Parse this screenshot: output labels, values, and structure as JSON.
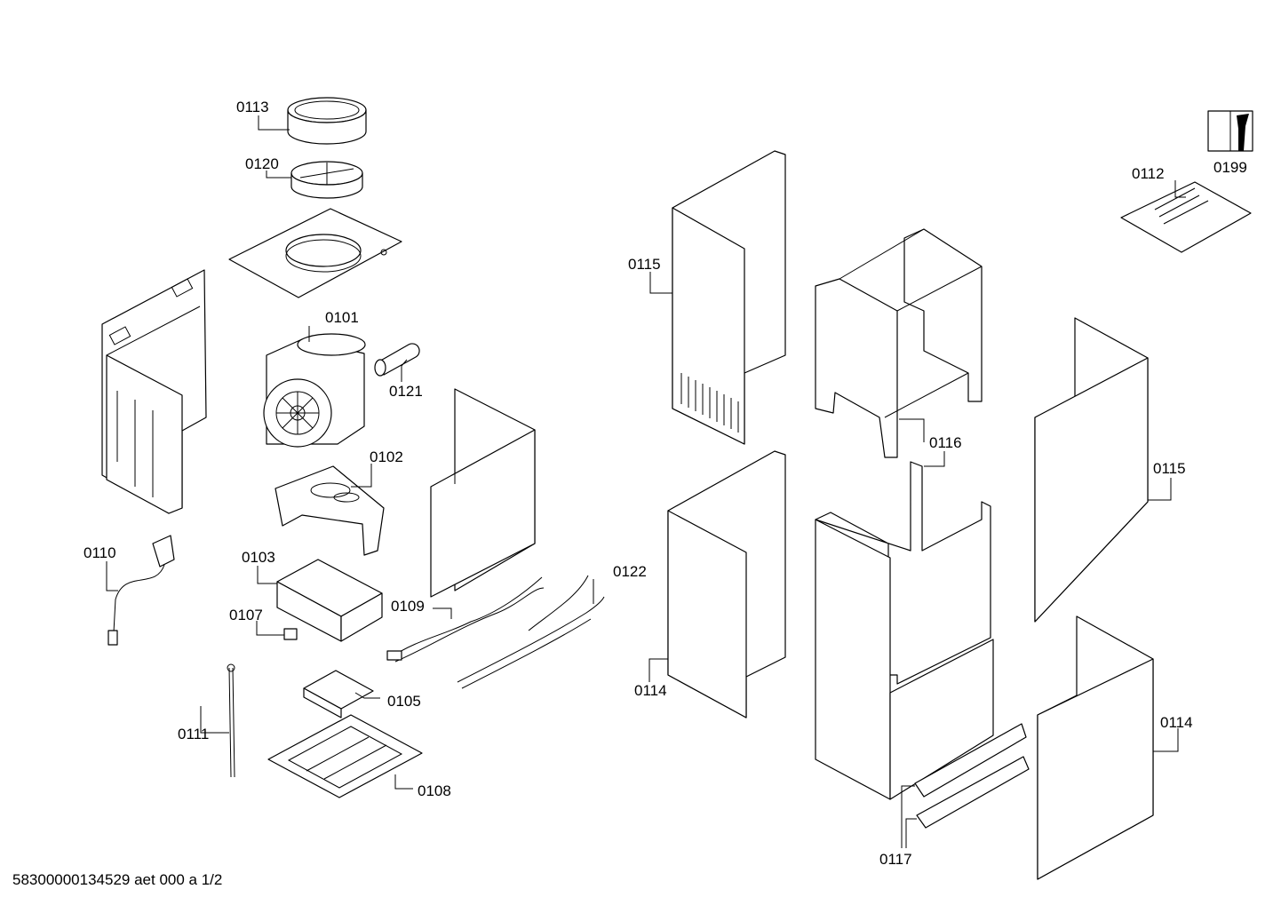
{
  "labels": {
    "p0113": "0113",
    "p0120": "0120",
    "p0101": "0101",
    "p0121": "0121",
    "p0102": "0102",
    "p0110": "0110",
    "p0103": "0103",
    "p0107": "0107",
    "p0109": "0109",
    "p0122": "0122",
    "p0105": "0105",
    "p0111": "0111",
    "p0108": "0108",
    "p0115a": "0115",
    "p0116": "0116",
    "p0114a": "0114",
    "p0115b": "0115",
    "p0114b": "0114",
    "p0117": "0117",
    "p0112": "0112",
    "p0199": "0199"
  },
  "footer": "58300000134529 aet 000 a 1/2"
}
